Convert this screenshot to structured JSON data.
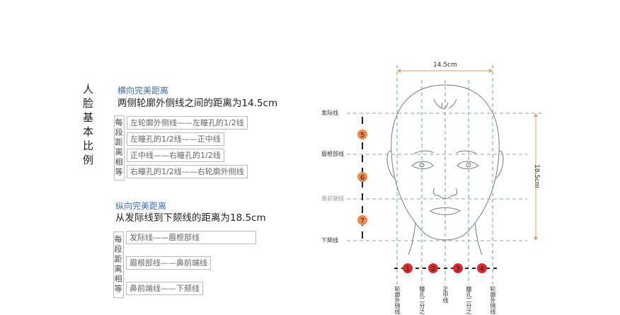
{
  "title": "人脸基本比例",
  "horizontal": {
    "heading": "横向完美距离",
    "summary": "两侧轮廓外侧线之间的距离为14.5cm",
    "column_label": "每段距离相等",
    "rows": [
      "左轮廓外侧线——左瞳孔的1/2线",
      "左瞳孔的1/2线——正中线",
      "正中线——右瞳孔的1/2线",
      "右瞳孔的1/2线——右轮廓外侧线"
    ]
  },
  "vertical": {
    "heading": "纵向完美距离",
    "summary": "从发际线到下颏线的距离为18.5cm",
    "column_label": "每段距离相等",
    "rows": [
      "发际线——眉根部线",
      "眉根部线——鼻前端线",
      "鼻前端线——下颏线"
    ]
  },
  "diagram": {
    "width_label": "14.5cm",
    "height_label": "18.5cm",
    "h_lines": [
      "发际线",
      "眉根部线",
      "鼻前端线",
      "下颏线"
    ],
    "v_markers": [
      "5",
      "6",
      "7"
    ],
    "h_markers": [
      "1",
      "2",
      "3",
      "4"
    ],
    "v_lines": [
      "轮廓外侧线",
      "瞳孔二分之",
      "正中线",
      "瞳孔二分之",
      "轮廓外侧线"
    ],
    "colors": {
      "orange": "#f08a4b",
      "red": "#e0262a",
      "green_dash": "#5fb35f",
      "blue_dash": "#7fa6c8",
      "dim_arrow": "#d9a05a"
    }
  }
}
